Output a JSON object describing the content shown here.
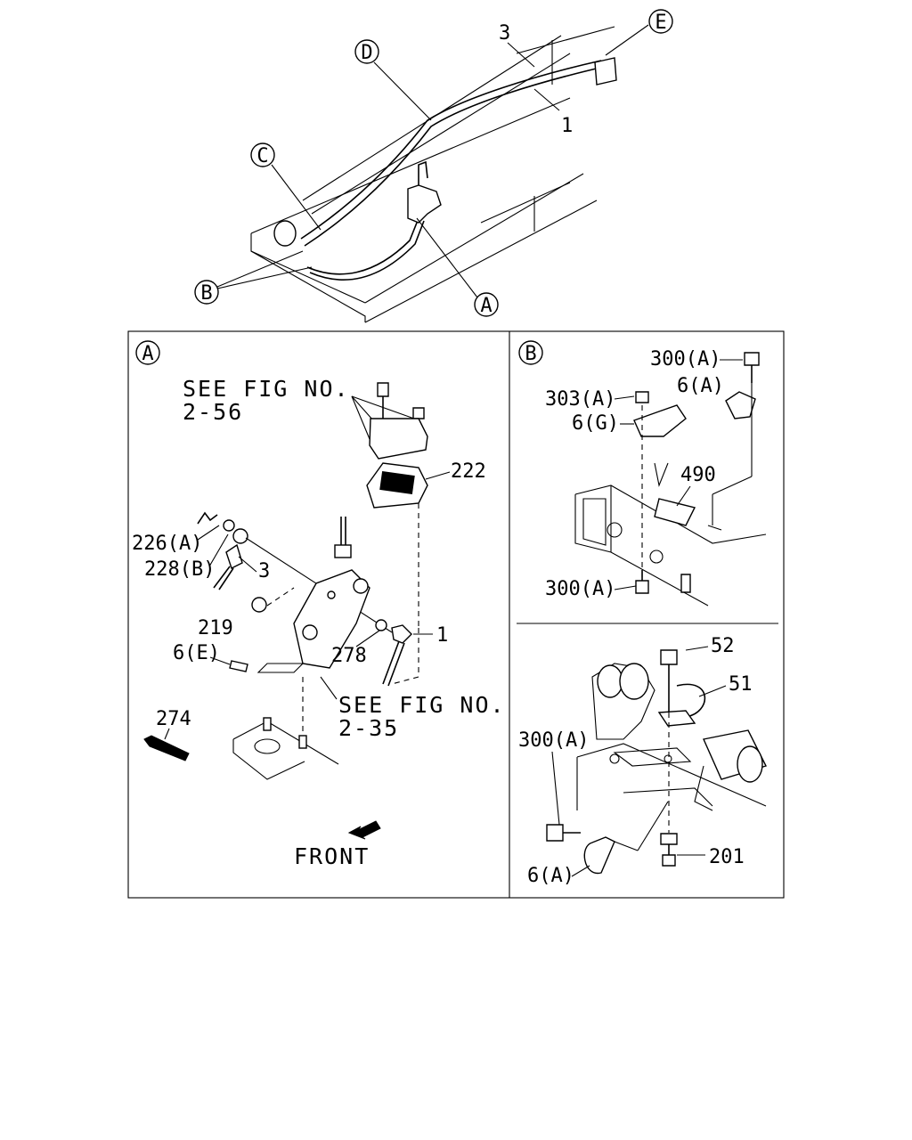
{
  "overview": {
    "callouts": [
      "A",
      "B",
      "C",
      "D",
      "E"
    ],
    "part_numbers": [
      "3",
      "1"
    ]
  },
  "panel_a": {
    "tag": "A",
    "see_fig_top_line1": "SEE FIG NO.",
    "see_fig_top_line2": "2-56",
    "see_fig_bottom_line1": "SEE FIG NO.",
    "see_fig_bottom_line2": "2-35",
    "labels": {
      "p222": "222",
      "p226a": "226(A)",
      "p228b": "228(B)",
      "p3": "3",
      "p219": "219",
      "p1": "1",
      "p278": "278",
      "p6e": "6(E)",
      "p274": "274"
    },
    "front_label": "FRONT"
  },
  "panel_b": {
    "tag": "B",
    "labels": {
      "p300a_top": "300(A)",
      "p303a": "303(A)",
      "p6a_top": "6(A)",
      "p6g": "6(G)",
      "p490": "490",
      "p300a_bottom": "300(A)"
    }
  },
  "panel_c": {
    "labels": {
      "p52": "52",
      "p51": "51",
      "p300a": "300(A)",
      "p201": "201",
      "p6a": "6(A)"
    }
  }
}
